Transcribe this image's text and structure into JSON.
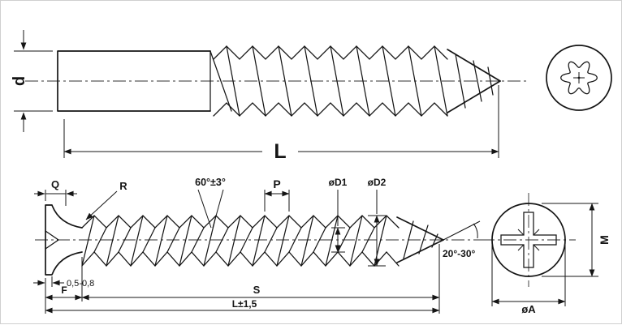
{
  "top_view": {
    "d": "d",
    "L": "L"
  },
  "side_view": {
    "Q": "Q",
    "R": "R",
    "thread_angle": "60°±3°",
    "P": "P",
    "d1": "øD1",
    "d2": "øD2",
    "tip_angle": "20°-30°",
    "rim_land": "0,5-0,8",
    "F": "F",
    "S": "S",
    "length_tol": "L±1,5"
  },
  "end_view": {
    "M": "M",
    "A": "øA"
  }
}
